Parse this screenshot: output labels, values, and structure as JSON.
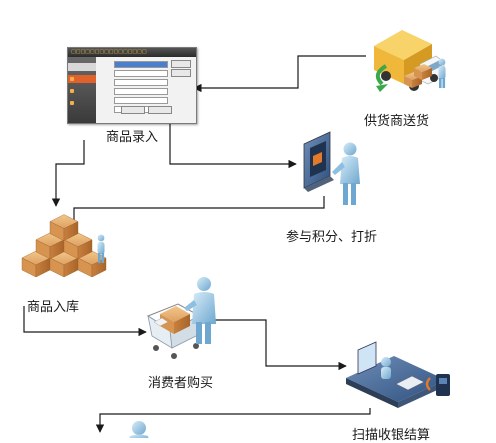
{
  "steps": {
    "product_entry": "商品录入",
    "supplier_delivery": "供货商送货",
    "points_discount": "参与积分、打折",
    "warehouse_in": "商品入库",
    "consumer_purchase": "消费者购买",
    "checkout": "扫描收银结算"
  },
  "software_window": {
    "title": "□□□□□□□□□□□□□□□□"
  },
  "colors": {
    "arrow": "#1a1a1a",
    "figure": "#8fbfe0",
    "box": "#d89550",
    "accent": "#e0622a",
    "truck": "#f5c040",
    "green_arrow": "#3aa84a"
  }
}
